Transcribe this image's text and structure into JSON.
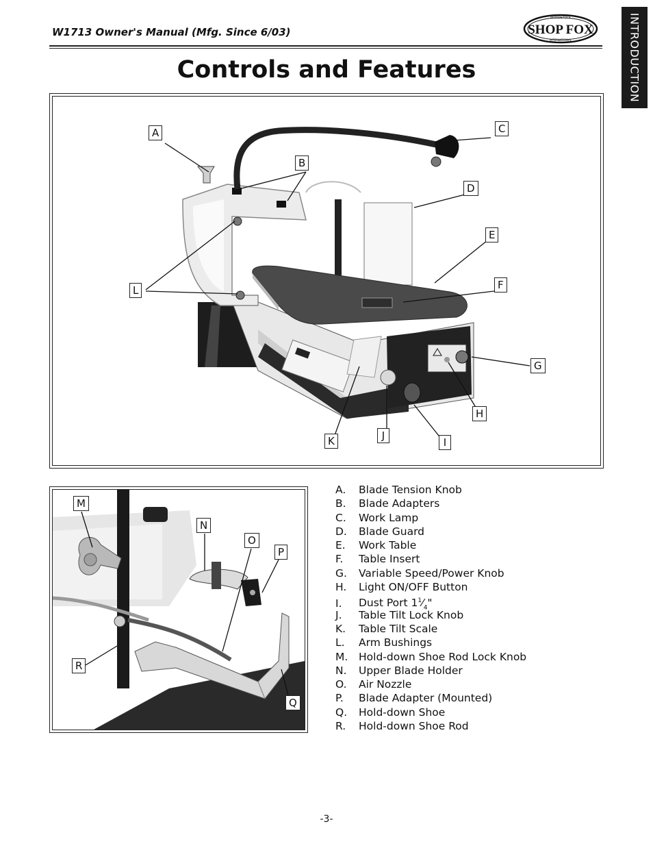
{
  "header": {
    "manual_title": "W1713 Owner's Manual (Mfg. Since 6/03)",
    "logo_text": "SHOP FOX",
    "logo_arc_top": "WOODSTOCK",
    "logo_arc_bottom": "INTERNATIONAL",
    "section_tab": "INTRODUCTION"
  },
  "page_title": "Controls and Features",
  "main_figure": {
    "callouts": [
      "A",
      "B",
      "C",
      "D",
      "E",
      "F",
      "G",
      "H",
      "I",
      "J",
      "K",
      "L"
    ]
  },
  "detail_figure": {
    "callouts": [
      "M",
      "N",
      "O",
      "P",
      "Q",
      "R"
    ]
  },
  "legend": [
    {
      "key": "A.",
      "label": "Blade Tension Knob"
    },
    {
      "key": "B.",
      "label": "Blade Adapters"
    },
    {
      "key": "C.",
      "label": "Work Lamp"
    },
    {
      "key": "D.",
      "label": "Blade Guard"
    },
    {
      "key": "E.",
      "label": "Work Table"
    },
    {
      "key": "F.",
      "label": "Table Insert"
    },
    {
      "key": "G.",
      "label": "Variable Speed/Power Knob"
    },
    {
      "key": "H.",
      "label": "Light ON/OFF Button"
    },
    {
      "key": "I.",
      "label": "Dust Port 1",
      "sup": "1",
      "frac_sep": "⁄",
      "sub": "4",
      "suffix": "\""
    },
    {
      "key": "J.",
      "label": "Table Tilt Lock Knob"
    },
    {
      "key": "K.",
      "label": "Table Tilt Scale"
    },
    {
      "key": "L.",
      "label": "Arm Bushings"
    },
    {
      "key": "M.",
      "label": "Hold-down Shoe Rod Lock Knob"
    },
    {
      "key": "N.",
      "label": "Upper Blade Holder"
    },
    {
      "key": "O.",
      "label": "Air Nozzle"
    },
    {
      "key": "P.",
      "label": "Blade Adapter (Mounted)"
    },
    {
      "key": "Q.",
      "label": "Hold-down Shoe"
    },
    {
      "key": "R.",
      "label": "Hold-down Shoe Rod"
    }
  ],
  "page_number": "-3-"
}
